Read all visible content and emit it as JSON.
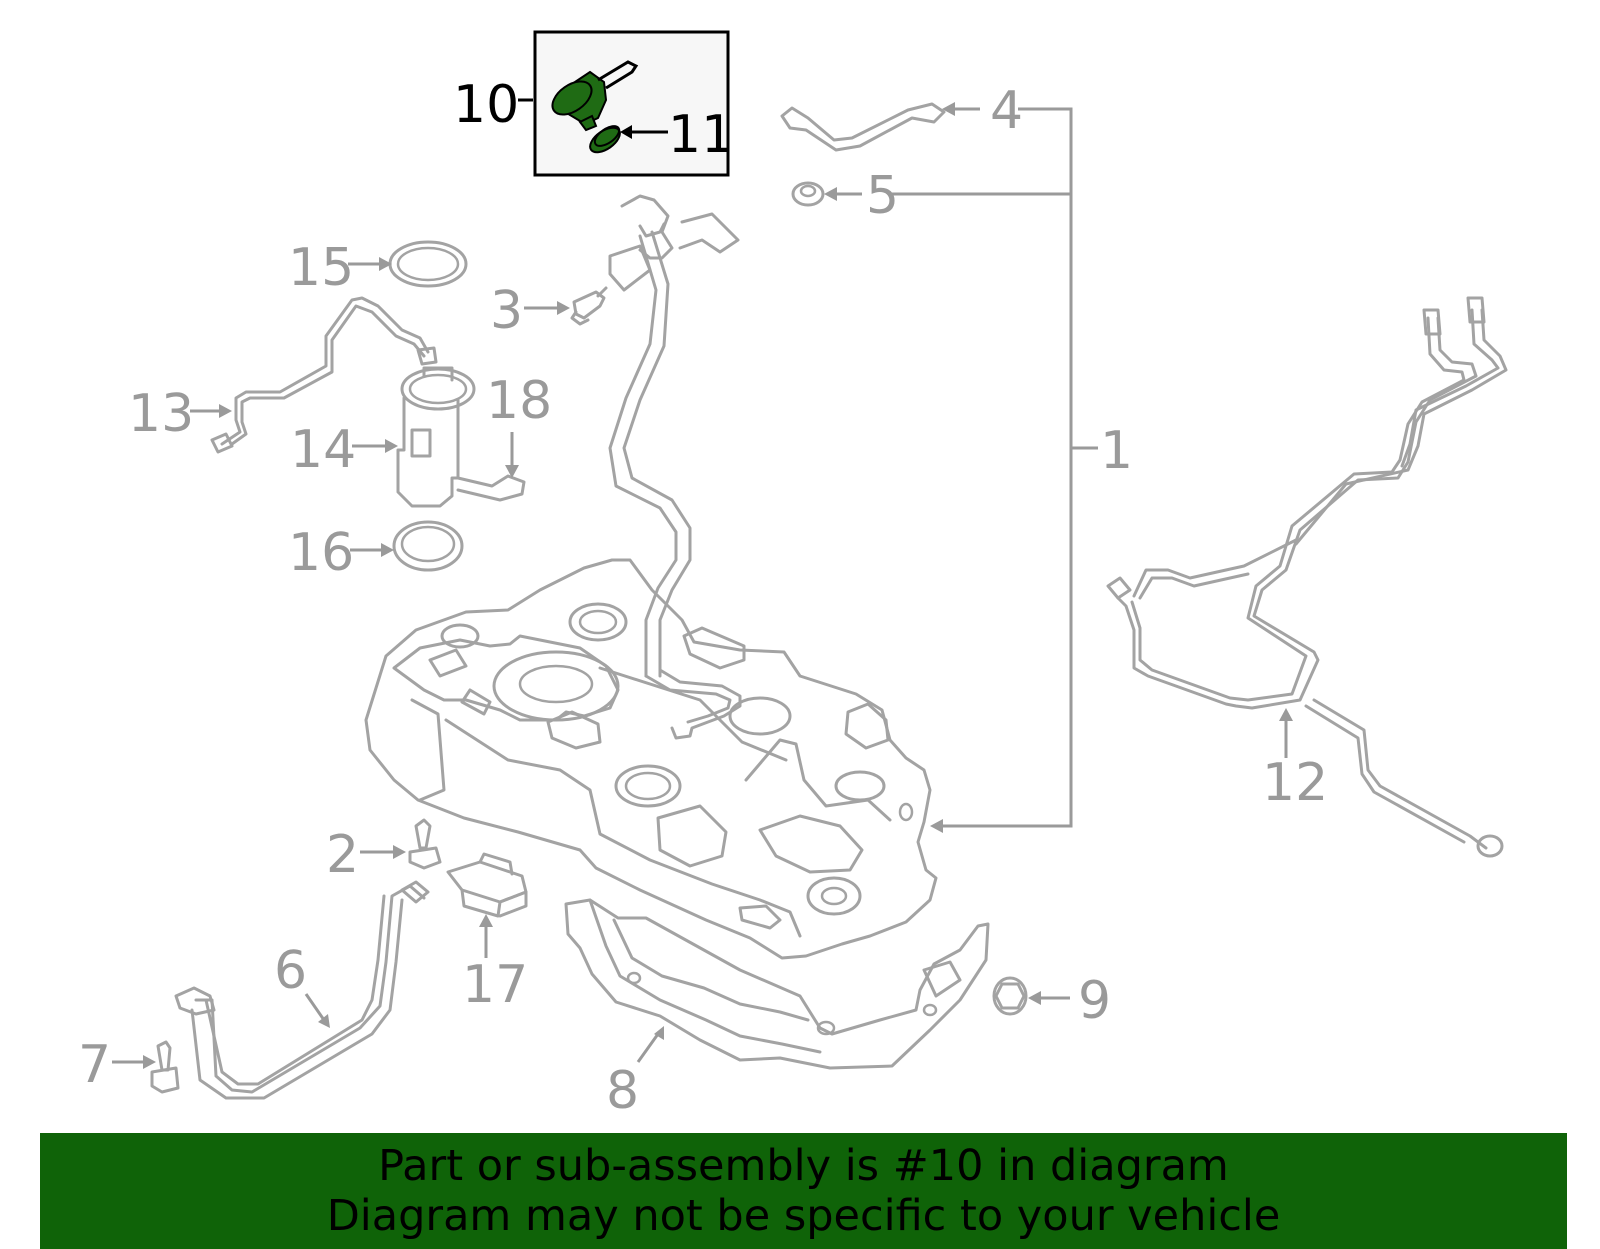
{
  "colors": {
    "highlight_part": "#1f6b14",
    "banner_background": "#0f6308",
    "line_art": "#a3a3a3",
    "callout_text": "#9a9a9a",
    "highlight_text": "#000000"
  },
  "callouts": {
    "c1": "1",
    "c2": "2",
    "c3": "3",
    "c4": "4",
    "c5": "5",
    "c6": "6",
    "c7": "7",
    "c8": "8",
    "c9": "9",
    "c10": "10",
    "c11": "11",
    "c12": "12",
    "c13": "13",
    "c14": "14",
    "c15": "15",
    "c16": "16",
    "c17": "17",
    "c18": "18"
  },
  "highlighted_callouts": [
    "10",
    "11"
  ],
  "banner": {
    "line1": "Part or sub-assembly is #10 in diagram",
    "line2": "Diagram may not be specific to your vehicle"
  }
}
